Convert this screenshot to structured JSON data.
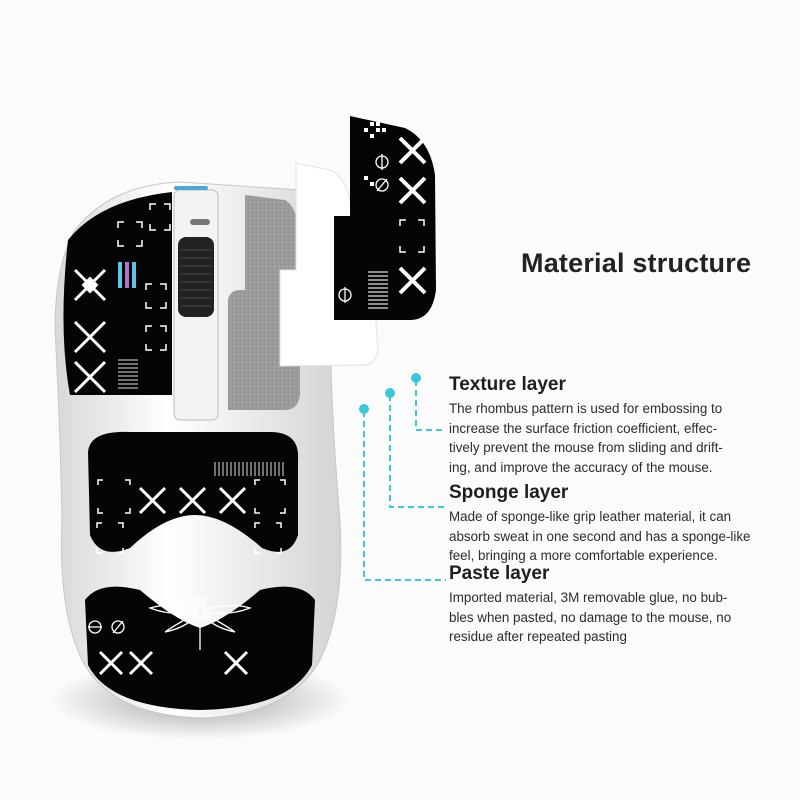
{
  "title": "Material structure",
  "colors": {
    "accent_cyan": "#3cc8dc",
    "background": "#fbfbfb",
    "text_primary": "#1e1e1e",
    "skin_black": "#050505",
    "sponge_gray": "#9a9a9a"
  },
  "illustration": {
    "subject": "gaming-mouse-with-grip-tape-skin",
    "skin_pattern_icons": [
      "x-cross-icon",
      "rhombus-cross-icon",
      "corner-bracket-heart-icon",
      "corner-bracket-plus-icon",
      "barcode-lines-icon",
      "circle-slash-icon",
      "checker-icon",
      "dragonfly-logo-icon"
    ],
    "exploded_layers": [
      "texture-layer-panel",
      "sponge-layer-panel",
      "paste-layer-panel"
    ]
  },
  "layers": [
    {
      "title": "Texture layer",
      "description": "The rhombus pattern is used for embossing to\nincrease the surface friction coefficient, effec-\ntively prevent the mouse from sliding and drift-\ning, and improve the accuracy of the mouse."
    },
    {
      "title": "Sponge layer",
      "description": "Made of sponge-like grip leather material, it can\nabsorb sweat in one second and has a sponge-like\nfeel, bringing a more comfortable experience."
    },
    {
      "title": "Paste layer",
      "description": "Imported material, 3M removable glue, no bub-\nbles when pasted, no damage to the mouse, no\nresidue after repeated pasting"
    }
  ]
}
